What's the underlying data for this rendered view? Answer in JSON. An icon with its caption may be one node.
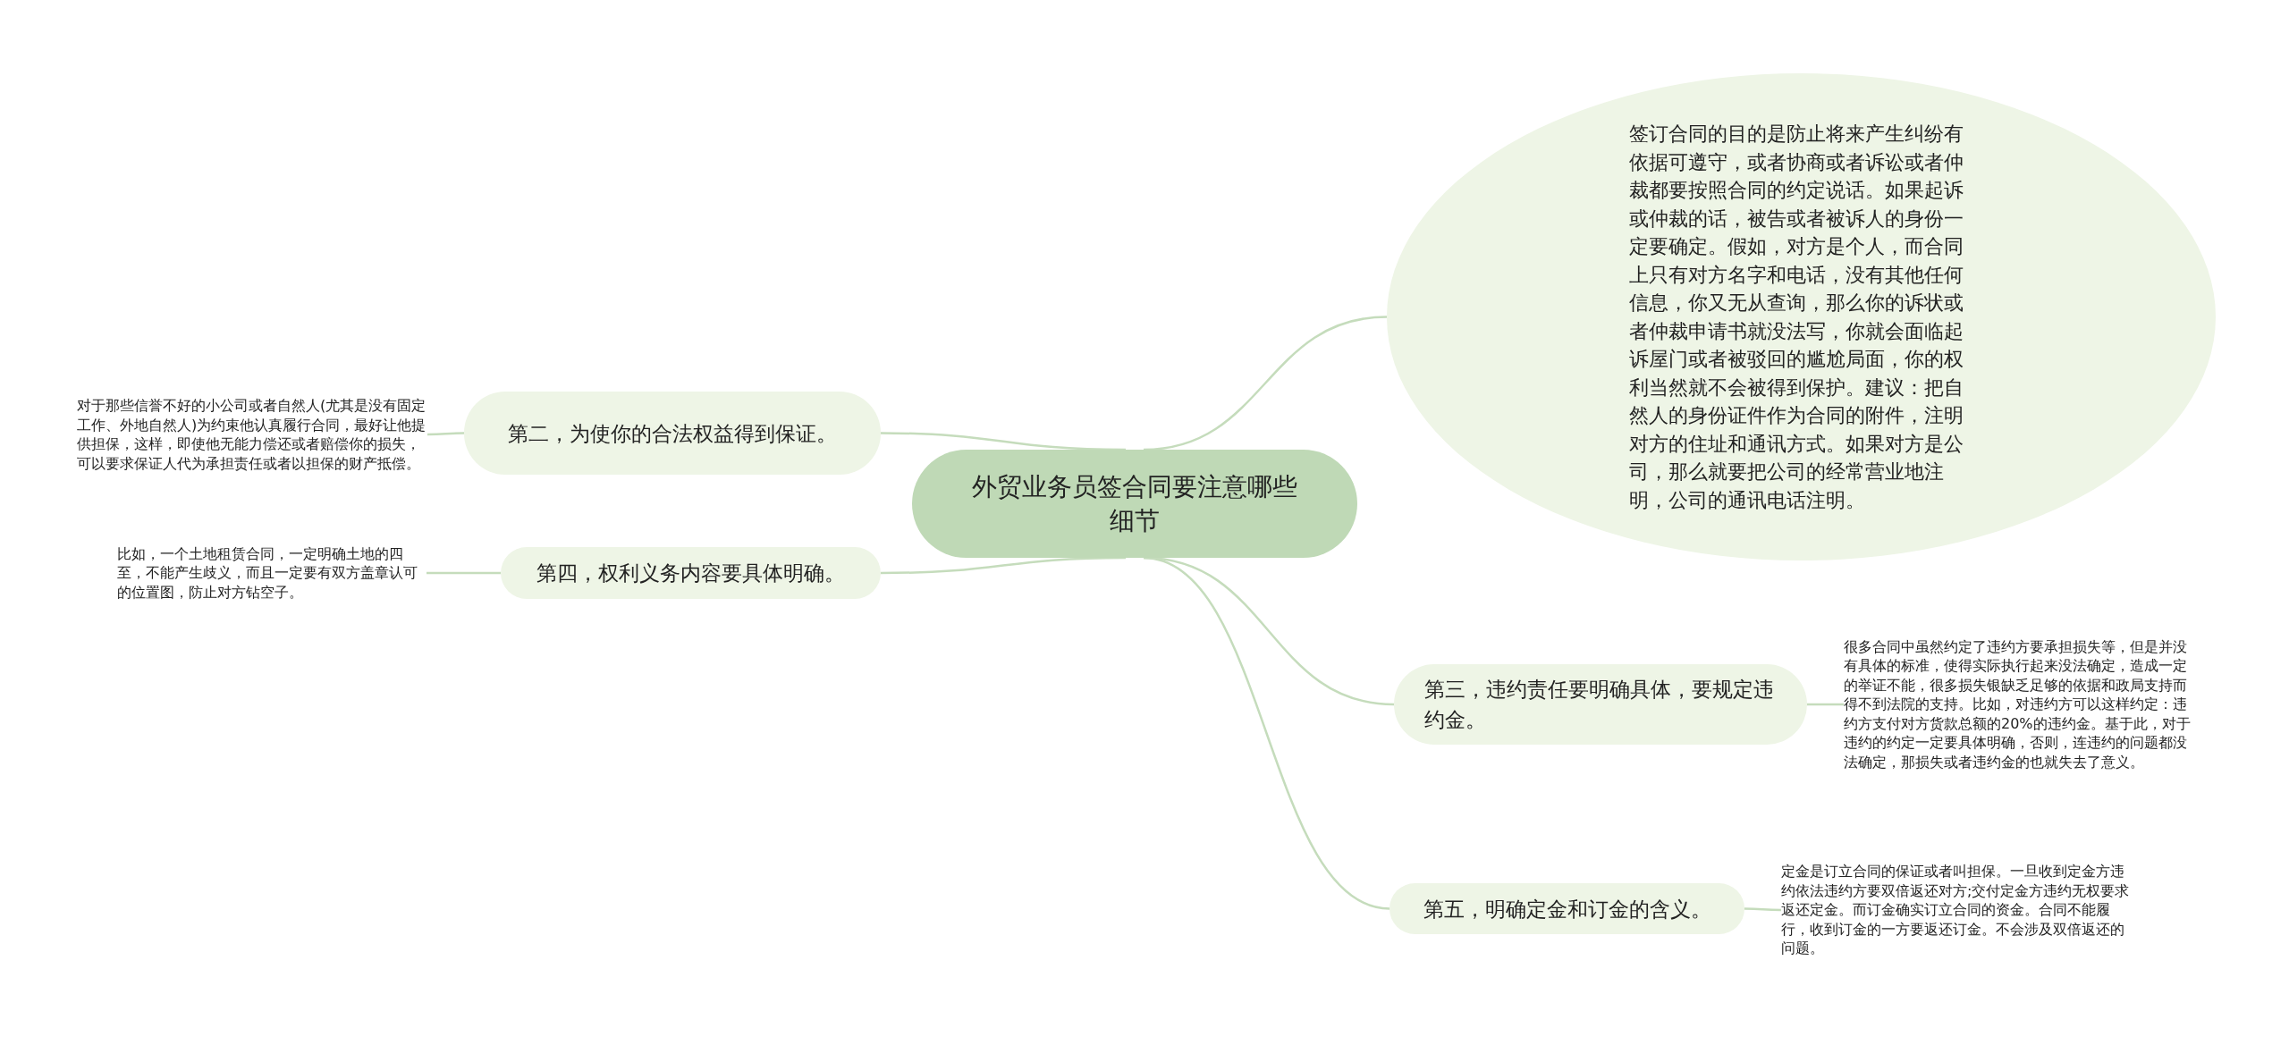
{
  "diagram": {
    "nodes": [
      {
        "text": [
          "外贸业务员签合同要注意哪些细节"
        ]
      },
      {
        "text": [
          "签订合同的目的是防止将来产生纠纷有依据可遵守，或者协商或者诉讼或者仲裁都要按照合同的约定说话。如果起诉或仲裁的话，被告或者被诉人的身份一定要确定。假如，对方是个人，而合同上只有对方名字和电话，没有其他任何信息，你又无从查询，那么你的诉状或者仲裁申请书就没法写，你就会面临起诉屋门或者被驳回的尴尬局面，你的权利当然就不会被得到保护。建议：把自然人的身份证件作为合同的附件，注明对方的住址和通讯方式。如果对方是公司，那么就要把公司的经常营业地注明，公司的通讯电话注明。"
        ]
      },
      {
        "text": [
          "第二，为使你的合法权益得到保证。"
        ]
      },
      {
        "text": [
          "对于那些信誉不好的小公司或者自然人(尤其是没有固定工作、外地自然人)为约束他认真履行合同，最好让他提供担保，这样，即使他无能力偿还或者赔偿你的损失，可以要求保证人代为承担责任或者以担保的财产抵偿。"
        ]
      },
      {
        "text": [
          "第四，权利义务内容要具体明确。"
        ]
      },
      {
        "text": [
          "比如，一个土地租赁合同，一定明确土地的四至，不能产生歧义，而且一定要有双方盖章认可的位置图，防止对方钻空子。"
        ]
      },
      {
        "text": [
          "第三，违约责任要明确具体，要规定违约金。"
        ]
      },
      {
        "text": [
          "很多合同中虽然约定了违约方要承担损失等，但是并没有具体的标准，使得实际执行起来没法确定，造成一定的举证不能，很多损失银缺乏足够的依据和政局支持而得不到法院的支持。比如，对违约方可以这样约定：违约方支付对方货款总额的20%的违约金。基于此，对于违约的约定一定要具体明确，否则，连违约的问题都没法确定，那损失或者违约金的也就失去了意义。"
        ]
      },
      {
        "text": [
          "第五，明确定金和订金的含义。"
        ]
      },
      {
        "text": [
          "定金是订立合同的保证或者叫担保。一旦收到定金方违约依法违约方要双倍返还对方;交付定金方违约无权要求返还定金。而订金确实订立合同的资金。合同不能履行，收到订金的一方要返还订金。不会涉及双倍返还的问题。"
        ]
      }
    ],
    "edges": [
      {
        "from": 0,
        "to": 1,
        "arrow": "none"
      },
      {
        "from": 0,
        "to": 2,
        "arrow": "none"
      },
      {
        "from": 2,
        "to": 3,
        "arrow": "none"
      },
      {
        "from": 0,
        "to": 4,
        "arrow": "none"
      },
      {
        "from": 4,
        "to": 5,
        "arrow": "none"
      },
      {
        "from": 0,
        "to": 6,
        "arrow": "none"
      },
      {
        "from": 6,
        "to": 7,
        "arrow": "none"
      },
      {
        "from": 0,
        "to": 8,
        "arrow": "none"
      },
      {
        "from": 8,
        "to": 9,
        "arrow": "none"
      }
    ]
  }
}
